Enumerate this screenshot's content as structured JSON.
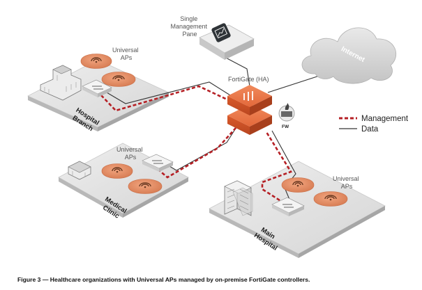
{
  "labels": {
    "management_pane": [
      "Single",
      "Management",
      "Pane"
    ],
    "fortigate": "FortiGate (HA)",
    "fw": "FW",
    "internet": "Internet",
    "hospital_branch_aps": [
      "Universal",
      "APs"
    ],
    "hospital_branch": [
      "Hospital",
      "Branch"
    ],
    "medical_clinic_aps": [
      "Universal",
      "APs"
    ],
    "medical_clinic": [
      "Medical",
      "Clinic"
    ],
    "main_hospital_aps": [
      "Universal",
      "APs"
    ],
    "main_hospital": [
      "Main",
      "Hospital"
    ]
  },
  "legend": {
    "management": "Management",
    "data": "Data"
  },
  "colors": {
    "management_line": "#b51f24",
    "data_line": "#333333",
    "fortigate": "#e3683a",
    "access_point": "#e08a63",
    "platform": "#dddddd"
  },
  "caption": "Figure 3 — Healthcare organizations with Universal APs managed by on-premise FortiGate controllers."
}
